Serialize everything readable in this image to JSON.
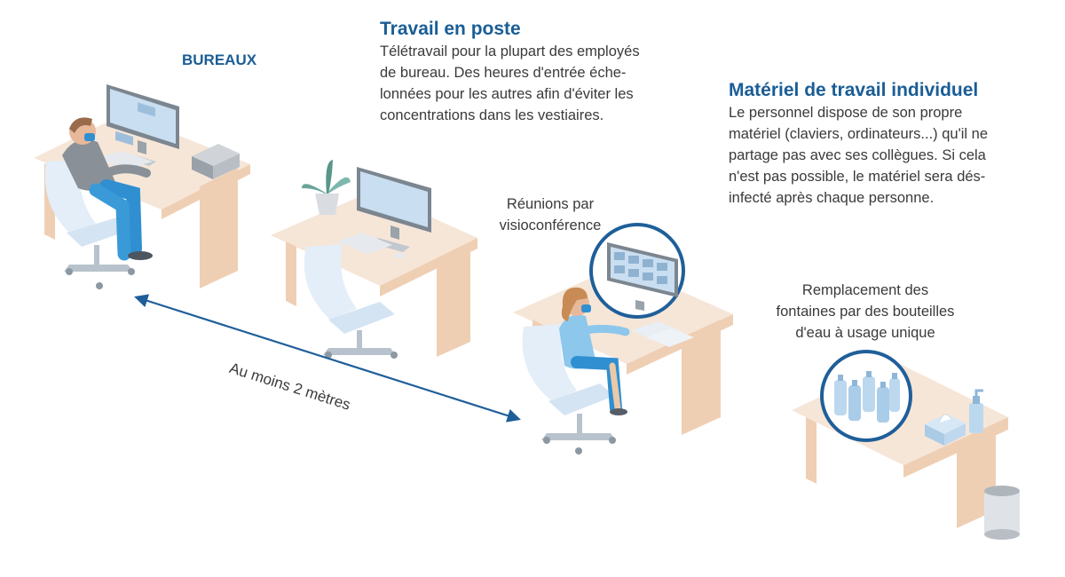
{
  "section_label": "BUREAUX",
  "travail_en_poste": {
    "title": "Travail en poste",
    "lines": [
      "Télétravail pour la plupart des employés",
      "de bureau. Des heures d'entrée éche-",
      "lonnées pour les autres afin d'éviter les",
      "concentrations dans les vestiaires."
    ]
  },
  "materiel": {
    "title": "Matériel de travail individuel",
    "lines": [
      "Le personnel dispose de son propre",
      "matériel (claviers, ordinateurs...) qu'il ne",
      "partage pas avec ses collègues. Si cela",
      "n'est pas possible, le matériel sera dés-",
      "infecté après chaque personne."
    ]
  },
  "callouts": {
    "video_lines": [
      "Réunions par",
      "visioconférence"
    ],
    "water_lines": [
      "Remplacement des",
      "fontaines par des bouteilles",
      "d'eau à usage unique"
    ]
  },
  "distance_label": "Au moins 2 mètres",
  "colors": {
    "heading_blue": "#1a5d96",
    "arrow_blue": "#1f5f99",
    "desk_top": "#f6e6d8",
    "desk_side": "#efcfb4",
    "chair": "#e3eef8",
    "monitor_screen": "#c9def0",
    "water_bottle": "#bcd8ef"
  }
}
